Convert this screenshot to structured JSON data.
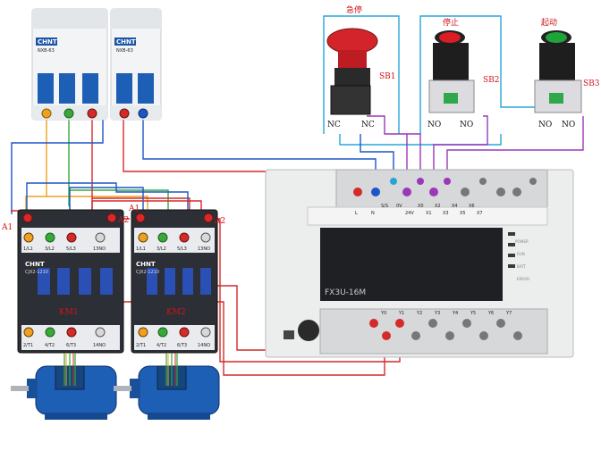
{
  "breakers": {
    "brand": "CHNT",
    "model_3p": "NXB-63",
    "model_2p": "NXB-63"
  },
  "buttons": [
    {
      "id": "SB1",
      "title": "急停",
      "left_contact": "NC",
      "right_contact": "NC",
      "color": "#d3242b"
    },
    {
      "id": "SB2",
      "title": "停止",
      "left_contact": "NO",
      "right_contact": "NO",
      "color": "#d91d22"
    },
    {
      "id": "SB3",
      "title": "起动",
      "left_contact": "NO",
      "right_contact": "NO",
      "color": "#1fa33b"
    }
  ],
  "contactors": [
    {
      "name": "KM1",
      "brand": "CHNT",
      "model": "CJX2-1210",
      "a1": "A1",
      "a2": "A2",
      "top_terminals": [
        "1/L1",
        "3/L2",
        "5/L3",
        "13NO"
      ],
      "bottom_terminals": [
        "2/T1",
        "4/T2",
        "6/T3",
        "14NO"
      ]
    },
    {
      "name": "KM2",
      "brand": "CHNT",
      "model": "CJX2-1210",
      "a1": "A1",
      "a2": "A2",
      "top_terminals": [
        "1/L1",
        "3/L2",
        "5/L3",
        "13NO"
      ],
      "bottom_terminals": [
        "2/T1",
        "4/T2",
        "6/T3",
        "14NO"
      ]
    }
  ],
  "plc": {
    "model": "FX3U-16M",
    "input_labels": [
      "L",
      "N",
      "S/S",
      "0V",
      "X0",
      "X2",
      "X4",
      "X6"
    ],
    "input_labels_2": [
      "24V",
      "X1",
      "X3",
      "X5",
      "X7"
    ],
    "output_labels": [
      "Y0",
      "Y1",
      "Y2",
      "Y3",
      "Y4",
      "Y5",
      "Y6",
      "Y7"
    ],
    "status_leds": [
      "POWER",
      "RUN",
      "BATT",
      "ERROR"
    ]
  },
  "colors": {
    "wire_blue": "#1c55c8",
    "wire_red": "#d42a2a",
    "wire_orange": "#f0a020",
    "wire_green": "#38a838",
    "wire_purple": "#9a38b8",
    "wire_cyan": "#26a6d8",
    "label_red": "#d0141a"
  }
}
